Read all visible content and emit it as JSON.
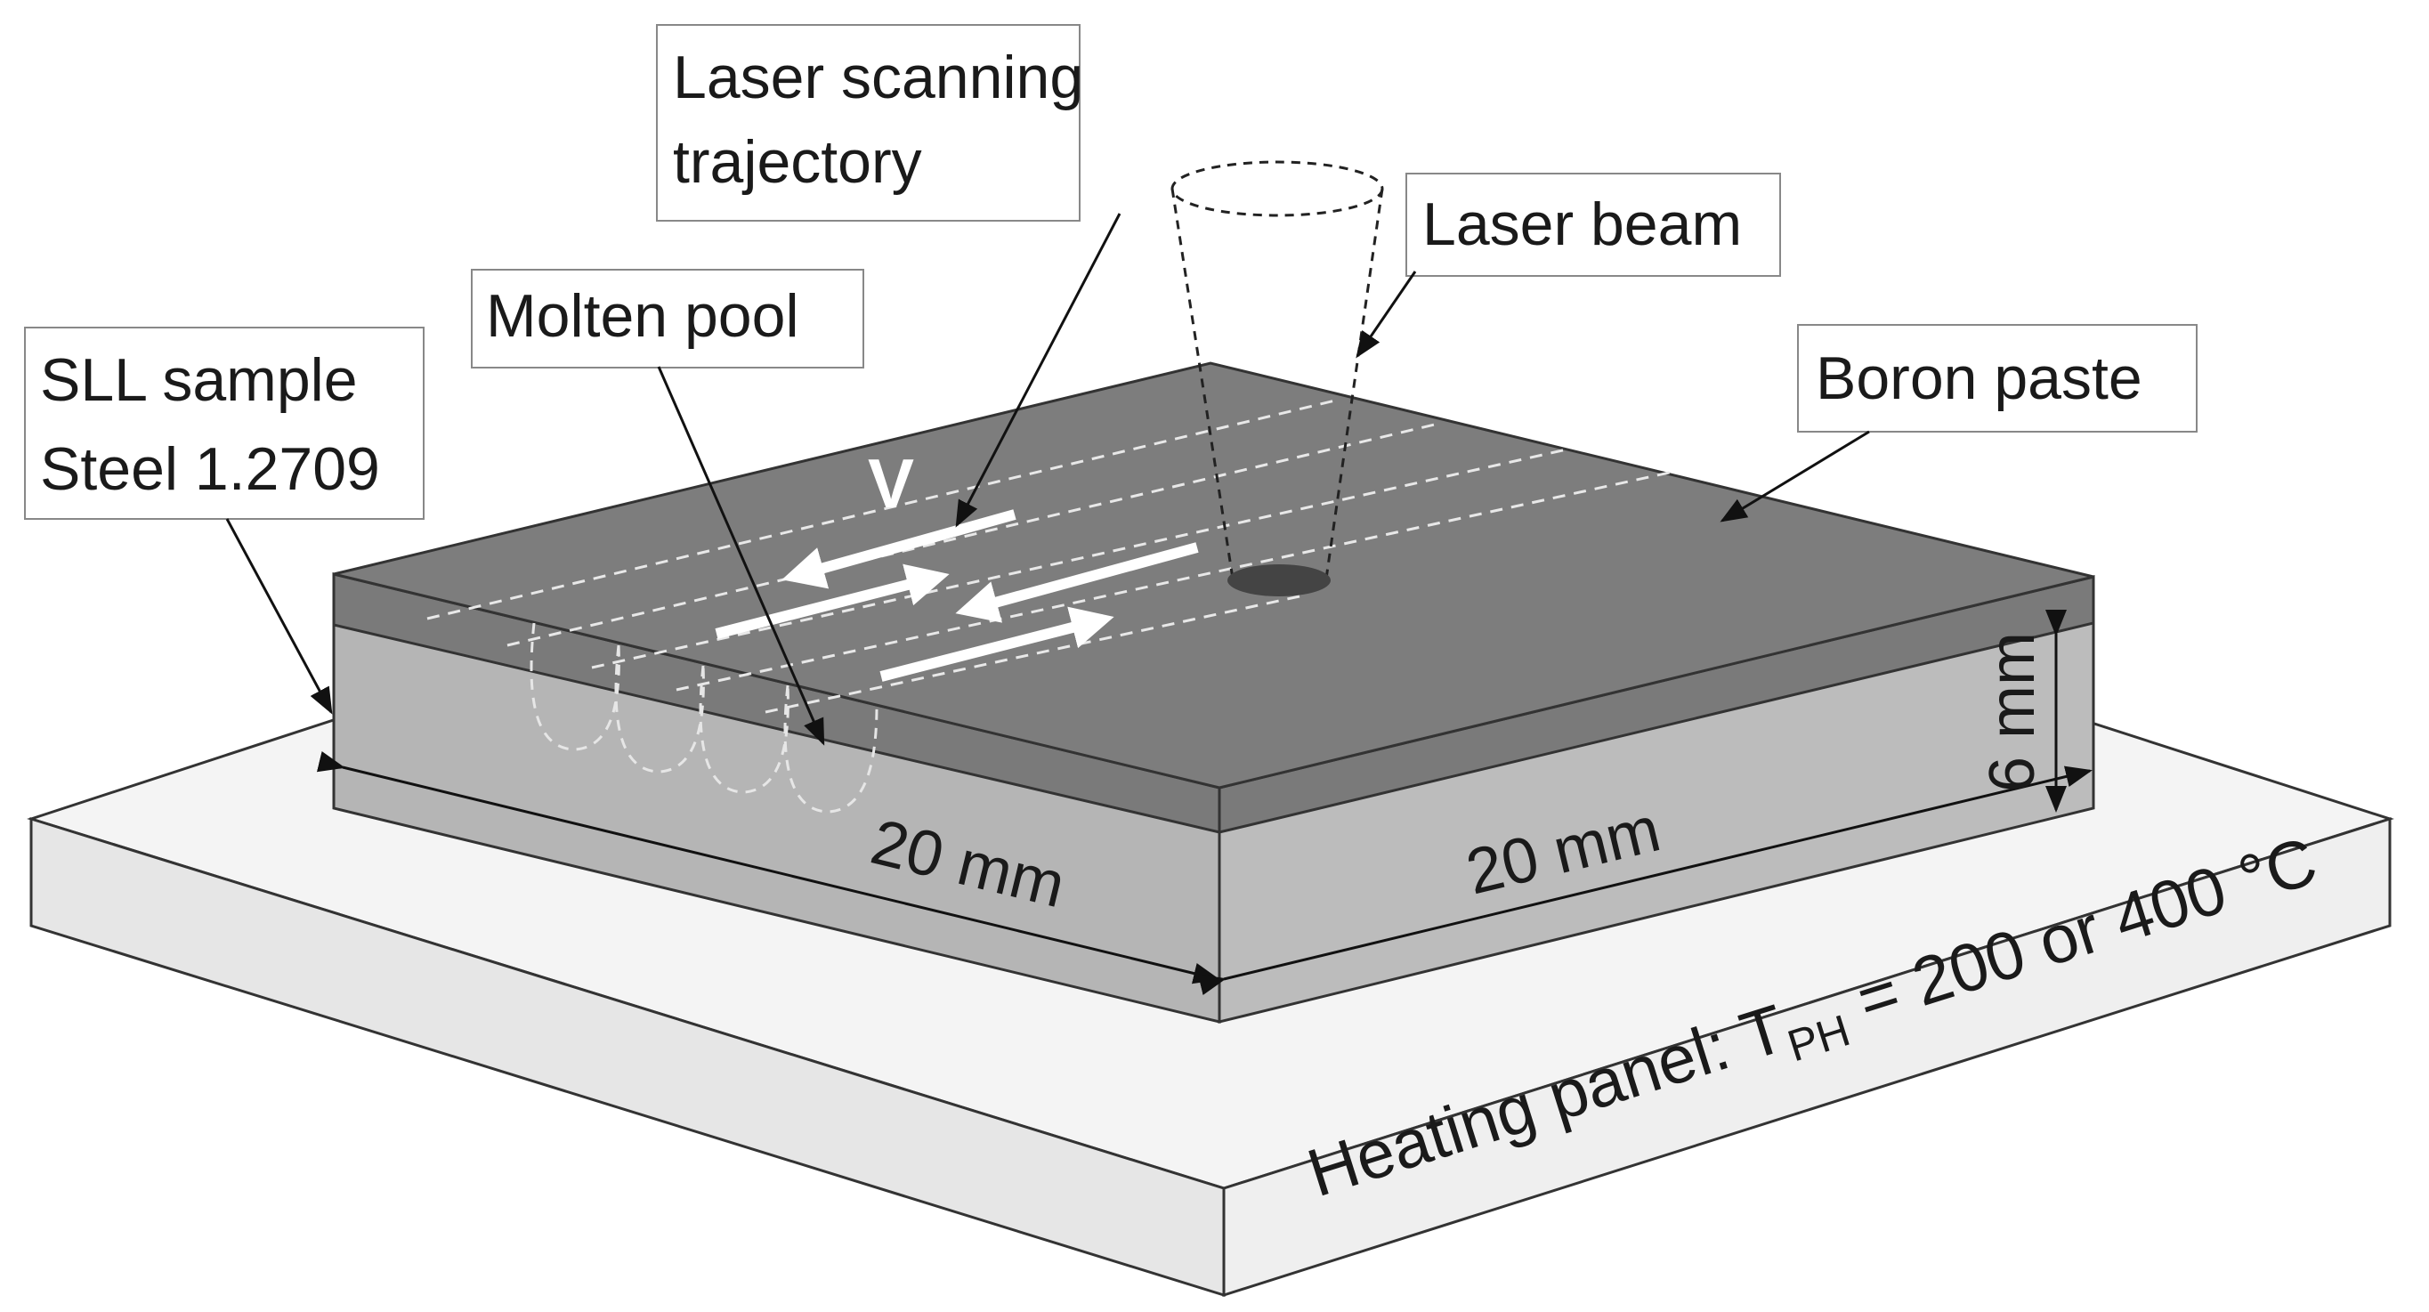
{
  "labels": {
    "laser_scanning_line1": "Laser scanning",
    "laser_scanning_line2": "trajectory",
    "laser_beam": "Laser beam",
    "molten_pool": "Molten pool",
    "sll_sample_line1": "SLL sample",
    "sll_sample_line2": "Steel 1.2709",
    "boron_paste": "Boron paste",
    "velocity": "V"
  },
  "dimensions": {
    "width_front": "20 mm",
    "width_side": "20 mm",
    "height": "6 mm"
  },
  "heating_panel": {
    "prefix": "Heating panel: T",
    "subscript": "PH",
    "suffix": " = 200 or 400 °C"
  },
  "colors": {
    "top_surface": "#7c7c7c",
    "paste_layer_edge": "#6e6e6e",
    "sample_side": "#b7b7b7",
    "panel_face": "#ececec",
    "arrows": "#ffffff"
  }
}
